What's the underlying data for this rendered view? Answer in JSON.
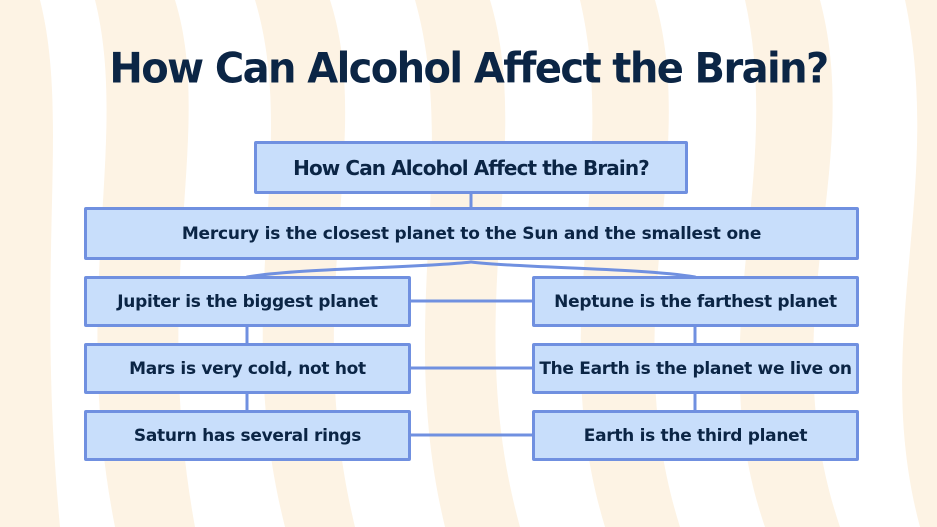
{
  "slide": {
    "title": "How Can Alcohol Affect the Brain?"
  },
  "colors": {
    "title_text": "#0b2545",
    "box_fill": "#c8defb",
    "box_border": "#7090e0",
    "connector": "#7090e0",
    "background": "#ffffff",
    "background_stripes": "#fdf3e4"
  },
  "diagram": {
    "header": "How Can Alcohol Affect the Brain?",
    "main": "Mercury is the closest planet to the Sun and the smallest one",
    "left_column": [
      "Jupiter is the biggest planet",
      "Mars is very cold, not hot",
      "Saturn has several rings"
    ],
    "right_column": [
      "Neptune is the farthest planet",
      "The Earth is the planet we live on",
      "Earth is the third planet"
    ]
  }
}
